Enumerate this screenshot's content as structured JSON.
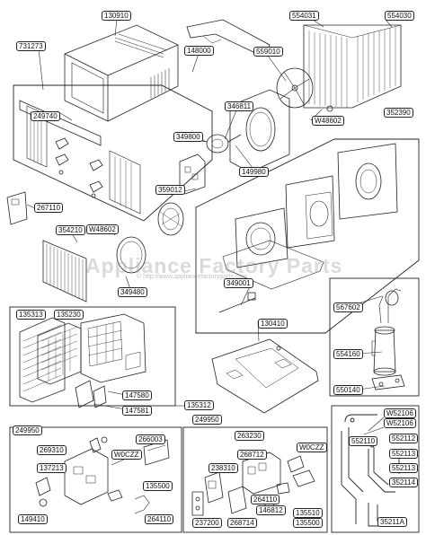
{
  "watermark": "Appliance Factory Parts",
  "watermark_sub": "© http://www.appliancefactoryparts.com",
  "labels": [
    {
      "id": "l1",
      "text": "130910"
    },
    {
      "id": "l2",
      "text": "554031"
    },
    {
      "id": "l3",
      "text": "554030"
    },
    {
      "id": "l4",
      "text": "731273"
    },
    {
      "id": "l5",
      "text": "148000"
    },
    {
      "id": "l6",
      "text": "559010"
    },
    {
      "id": "l7",
      "text": "346811"
    },
    {
      "id": "l8",
      "text": "W48602"
    },
    {
      "id": "l9",
      "text": "352390"
    },
    {
      "id": "l10",
      "text": "249740"
    },
    {
      "id": "l11",
      "text": "349800"
    },
    {
      "id": "l12",
      "text": "149980"
    },
    {
      "id": "l13",
      "text": "359012"
    },
    {
      "id": "l14",
      "text": "267110"
    },
    {
      "id": "l15",
      "text": "354210"
    },
    {
      "id": "l16",
      "text": "W48602"
    },
    {
      "id": "l17",
      "text": "349480"
    },
    {
      "id": "l18",
      "text": "349001"
    },
    {
      "id": "l19",
      "text": "135313"
    },
    {
      "id": "l20",
      "text": "135230"
    },
    {
      "id": "l21",
      "text": "567602"
    },
    {
      "id": "l22",
      "text": "130410"
    },
    {
      "id": "l23",
      "text": "554160"
    },
    {
      "id": "l24",
      "text": "550140"
    },
    {
      "id": "l25",
      "text": "147580"
    },
    {
      "id": "l26",
      "text": "147581"
    },
    {
      "id": "l27",
      "text": "135312"
    },
    {
      "id": "l28",
      "text": "249950"
    },
    {
      "id": "l29",
      "text": "249950"
    },
    {
      "id": "l30",
      "text": "266003"
    },
    {
      "id": "l31",
      "text": "269310"
    },
    {
      "id": "l32",
      "text": "W0CZZ"
    },
    {
      "id": "l33",
      "text": "137213"
    },
    {
      "id": "l34",
      "text": "135500"
    },
    {
      "id": "l35",
      "text": "149410"
    },
    {
      "id": "l36",
      "text": "264110"
    },
    {
      "id": "l37",
      "text": "263230"
    },
    {
      "id": "l38",
      "text": "W0CZZ"
    },
    {
      "id": "l39",
      "text": "238310"
    },
    {
      "id": "l40",
      "text": "268712"
    },
    {
      "id": "l41",
      "text": "264110"
    },
    {
      "id": "l42",
      "text": "146812"
    },
    {
      "id": "l43",
      "text": "237200"
    },
    {
      "id": "l44",
      "text": "268714"
    },
    {
      "id": "l45",
      "text": "135510"
    },
    {
      "id": "l46",
      "text": "135500"
    },
    {
      "id": "l47",
      "text": "W52106"
    },
    {
      "id": "l48",
      "text": "W52106"
    },
    {
      "id": "l49",
      "text": "552110"
    },
    {
      "id": "l50",
      "text": "552112"
    },
    {
      "id": "l51",
      "text": "552113"
    },
    {
      "id": "l52",
      "text": "552113"
    },
    {
      "id": "l53",
      "text": "352114"
    },
    {
      "id": "l54",
      "text": "35211A"
    }
  ]
}
